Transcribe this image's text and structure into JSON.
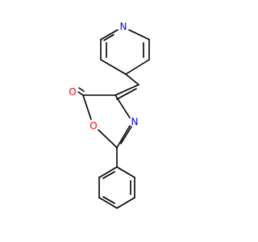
{
  "colors": {
    "background": "#ffffff",
    "bond": "#000000",
    "nitrogen": "#0000ff",
    "oxygen": "#ff0000"
  },
  "atoms": {
    "pyridine_n": "N",
    "oxazolone_n": "N",
    "ring_o": "O",
    "carbonyl_o": "O"
  }
}
